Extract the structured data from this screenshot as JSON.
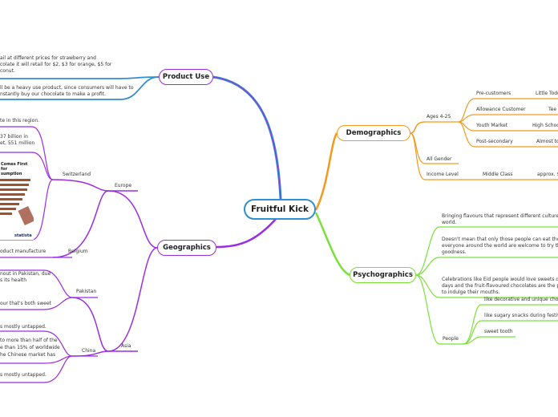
{
  "central": {
    "label": "Fruitful Kick"
  },
  "product_use": {
    "label": "Product Use",
    "notes": [
      "ail at different prices for strawberry and",
      "colate it will retail for $2, $3 for orange, $5 for",
      "conut.",
      "ll be a heavy use product, since consumers will have to",
      "nstantly buy our chocolate to make a profit."
    ]
  },
  "geographics": {
    "label": "Geographics",
    "europe": {
      "label": "Europe",
      "switzerland": {
        "label": "Switzerland",
        "notes": [
          "te in this region.",
          "37 billion  in",
          "et, 551 million"
        ]
      },
      "belgium": {
        "label": "Belgium",
        "notes": [
          "oduct manufacture"
        ]
      }
    },
    "asia": {
      "label": "Asia",
      "pakistan": {
        "label": "Pakistan",
        "notes": [
          "nout  in Pakistan, due",
          "s its health",
          "our that's both sweet"
        ]
      },
      "china": {
        "label": "China",
        "notes": [
          "s mostly untapped.",
          "to more than half of the",
          "e than 15% of worldwide",
          "he Chinese market has",
          "s mostly untapped."
        ]
      }
    },
    "chart_image": {
      "title_line1": "Comes First for",
      "title_line2": "sumption",
      "logo": "statista"
    }
  },
  "demographics": {
    "label": "Demographics",
    "ages": {
      "label": "Ages 4-25",
      "groups": [
        {
          "segment": "Pre-customers",
          "value": "Little Todd"
        },
        {
          "segment": "Allowance Customer",
          "value": "Tee"
        },
        {
          "segment": "Youth Market",
          "value": "High Schoo"
        },
        {
          "segment": "Post-secondary",
          "value": "Almost to"
        }
      ]
    },
    "gender": {
      "label": "All Gender"
    },
    "income": {
      "label": "Income Level",
      "class": "Middle Class",
      "value": "approx. $"
    }
  },
  "psychographics": {
    "label": "Psychographics",
    "notes": [
      "Bringing flavours that represent different cultures a",
      "world.",
      "Doesn't mean that only those people can eat those f",
      "everyone around the world are welcome to try those",
      "goodness.",
      "Celebrations like Eid people would love sweets durin",
      "days and the fruit-flavoured chocolates are the perf",
      "to indulge their mouths."
    ],
    "people": {
      "label": "People",
      "traits": [
        "like decorative and unique chocol",
        "like sugary snacks during festival",
        "sweet tooth"
      ]
    }
  },
  "colors": {
    "central": "#2f8fd0",
    "purple": "#9b2ee0",
    "orange": "#f29a1f",
    "green": "#7be03a"
  }
}
